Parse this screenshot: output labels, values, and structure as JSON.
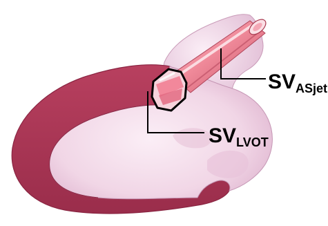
{
  "labels": {
    "as_jet": {
      "main": "SV",
      "sub": "ASjet"
    },
    "lvot": {
      "main": "SV",
      "sub": "LVOT"
    }
  },
  "colors": {
    "myocardium": "#b03a58",
    "myocardium_dark": "#7e1f3a",
    "cavity": "#f3dcea",
    "cavity_shade": "#dcb0cd",
    "jet": "#f08a9a",
    "jet_highlight": "#fbd0d8",
    "jet_shadow": "#c8566b",
    "outline": "#000000",
    "text": "#000000"
  }
}
